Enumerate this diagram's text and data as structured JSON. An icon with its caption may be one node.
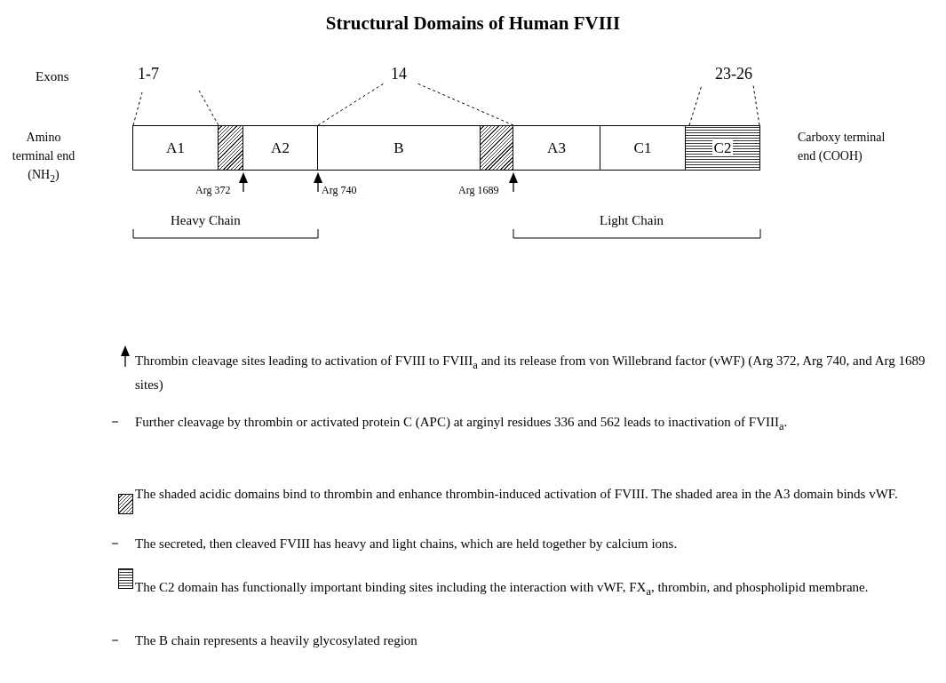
{
  "diagram": {
    "title": "Structural Domains of Human FVIII",
    "nodes": [
      {
        "text": [
          "A1"
        ]
      },
      {
        "text": [],
        "shape": "box"
      },
      {
        "text": [
          "A2"
        ]
      },
      {
        "text": [
          "B"
        ]
      },
      {
        "text": [],
        "shape": "box"
      },
      {
        "text": [
          "A3"
        ]
      },
      {
        "text": [
          "C1"
        ]
      },
      {
        "text": [
          "C2"
        ]
      }
    ],
    "labels": [
      "Exons",
      "1-7",
      "14",
      "23-26",
      "Amino terminal end (NH$_{2}$)",
      "Carboxy terminal end (COOH)",
      "Arg 372",
      "Arg 740",
      "Arg 1689",
      "Heavy Chain",
      "Light Chain"
    ],
    "legend": [
      {
        "text": "Thrombin cleavage sites leading to activation of FVIII to FVIII$_{a}$ and its release from von Willebrand factor (vWF) (Arg 372, Arg 740, and Arg 1689 sites)"
      },
      {
        "text": "Further cleavage by thrombin or activated protein C (APC) at arginyl residues 336 and 562 leads to inactivation of FVIII$_{a}$."
      },
      {
        "text": "The shaded acidic domains bind to thrombin and enhance thrombin-induced activation of FVIII. The shaded area in the A3 domain binds vWF."
      },
      {
        "text": "The secreted, then cleaved FVIII has heavy and light chains, which are held together by calcium ions."
      },
      {
        "text": "The C2 domain has functionally important binding sites including the interaction with vWF, FX$_{a}$, thrombin, and phospholipid membrane."
      },
      {
        "text": "The B chain represents a heavily glycosylated region"
      }
    ]
  }
}
